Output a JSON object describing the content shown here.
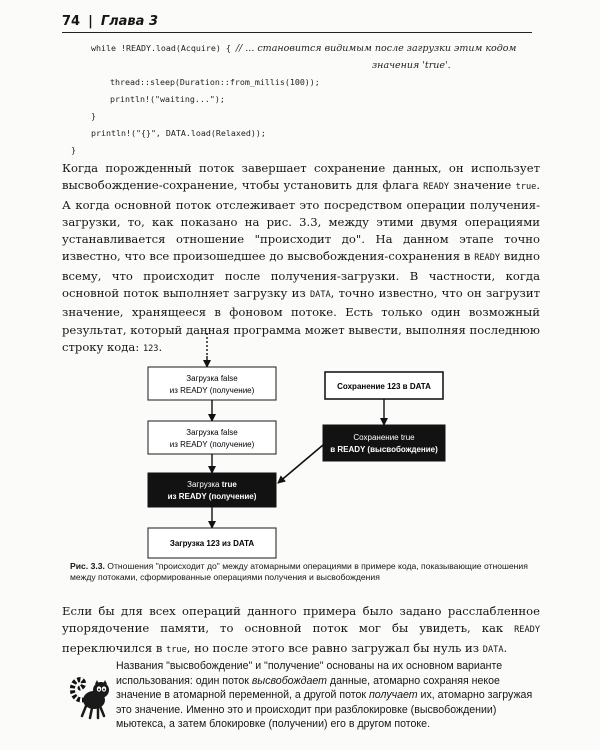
{
  "header": {
    "page_number": "74",
    "separator": "|",
    "chapter": "Глава 3"
  },
  "code": {
    "line1": "while !READY.load(Acquire) { ",
    "line1_comment": "// ... становится видимым после загрузки этим кодом",
    "line2_comment": "значения 'true'.",
    "line3": "thread::sleep(Duration::from_millis(100));",
    "line4": "println!(\"waiting...\");",
    "line5": "}",
    "line6": "println!(\"{}\", DATA.load(Relaxed));",
    "line7": "}"
  },
  "paragraph1": {
    "t1": "Когда порожденный поток завершает сохранение данных, он использует высвобождение-сохранение, чтобы установить для флага ",
    "c1": "READY",
    "t2": " значение ",
    "c2": "true",
    "t3": ". А когда основной поток отслеживает это посредством операции получения-загрузки, то, как показано на рис. 3.3, между этими двумя операциями устанавливается отношение \"происходит до\". На данном этапе точно известно, что все произошедшее до высвобождения-сохранения в ",
    "c3": "READY",
    "t4": " видно всему, что происходит после получения-загрузки. В частности, когда основной поток выполняет загрузку из ",
    "c4": "DATA",
    "t5": ", точно известно, что он загрузит значение, хранящееся в фоновом потоке. Есть только один возможный результат, который данная программа может вывести, выполняя последнюю строку кода: ",
    "c5": "123",
    "t6": "."
  },
  "diagram": {
    "box1": {
      "line1": "Загрузка false",
      "line2": "из READY (получение)"
    },
    "box2": {
      "line1": "Загрузка false",
      "line2": "из READY (получение)"
    },
    "box3": {
      "line1_a": "Загрузка ",
      "line1_b": "true",
      "line2": "из READY (получение)"
    },
    "box4": {
      "text_a": "Загрузка ",
      "text_b": "123",
      "text_c": " из DATA"
    },
    "box5": {
      "text_a": "Сохранение ",
      "text_b": "123",
      "text_c": " в DATA"
    },
    "box6": {
      "line1": "Сохранение true",
      "line2": "в READY (высвобождение)"
    }
  },
  "caption": {
    "label": "Рис. 3.3.",
    "text": " Отношения \"происходит до\" между атомарными операциями в примере кода, показывающие отношения между потоками, сформированные операциями получения и высвобождения"
  },
  "paragraph2": {
    "t1": "Если бы для всех операций данного примера было задано расслабленное упорядочение памяти, то основной поток мог бы увидеть, как ",
    "c1": "READY",
    "t2": " переключился в ",
    "c2": "true",
    "t3": ", но после этого все равно загружал бы нуль из ",
    "c3": "DATA",
    "t4": "."
  },
  "note": {
    "t1": "Названия \"высвобождение\" и \"получение\" основаны на их основном варианте использования: один поток ",
    "e1": "высвобождает",
    "t2": " данные, атомарно сохраняя некое значение в атомарной переменной, а другой поток ",
    "e2": "получает",
    "t3": " их, атомарно загружая это значение. Именно это и происходит при разблокировке (высвобождении) мьютекса, а затем блокировке (получении) его в другом потоке."
  },
  "colors": {
    "dark_box": "#121212",
    "light_box": "#ffffff",
    "stroke": "#1a1a1a"
  }
}
